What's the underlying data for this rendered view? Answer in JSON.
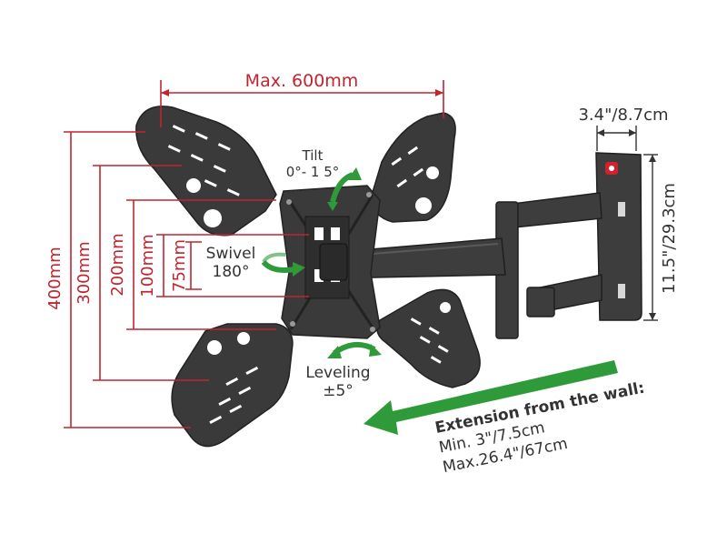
{
  "colors": {
    "dimension_red": "#c22430",
    "arrow_green": "#2f9a3a",
    "metal_dark": "#3a3a3a",
    "brand_red": "#d0222c"
  },
  "labels": {
    "max_width": "Max. 600mm",
    "tilt_title": "Tilt",
    "tilt_value": "0°- 1 5°",
    "swivel_title": "Swivel",
    "swivel_value": "180°",
    "leveling_title": "Leveling",
    "leveling_value": "±5°",
    "wall_plate_width": "3.4\"/8.7cm",
    "wall_plate_height": "11.5\"/29.3cm",
    "h400": "400mm",
    "h300": "300mm",
    "h200": "200mm",
    "h100": "100mm",
    "h75": "75mm",
    "extension_title": "Extension from the wall:",
    "extension_min": "Min. 3\"/7.5cm",
    "extension_max": "Max.26.4\"/67cm"
  }
}
